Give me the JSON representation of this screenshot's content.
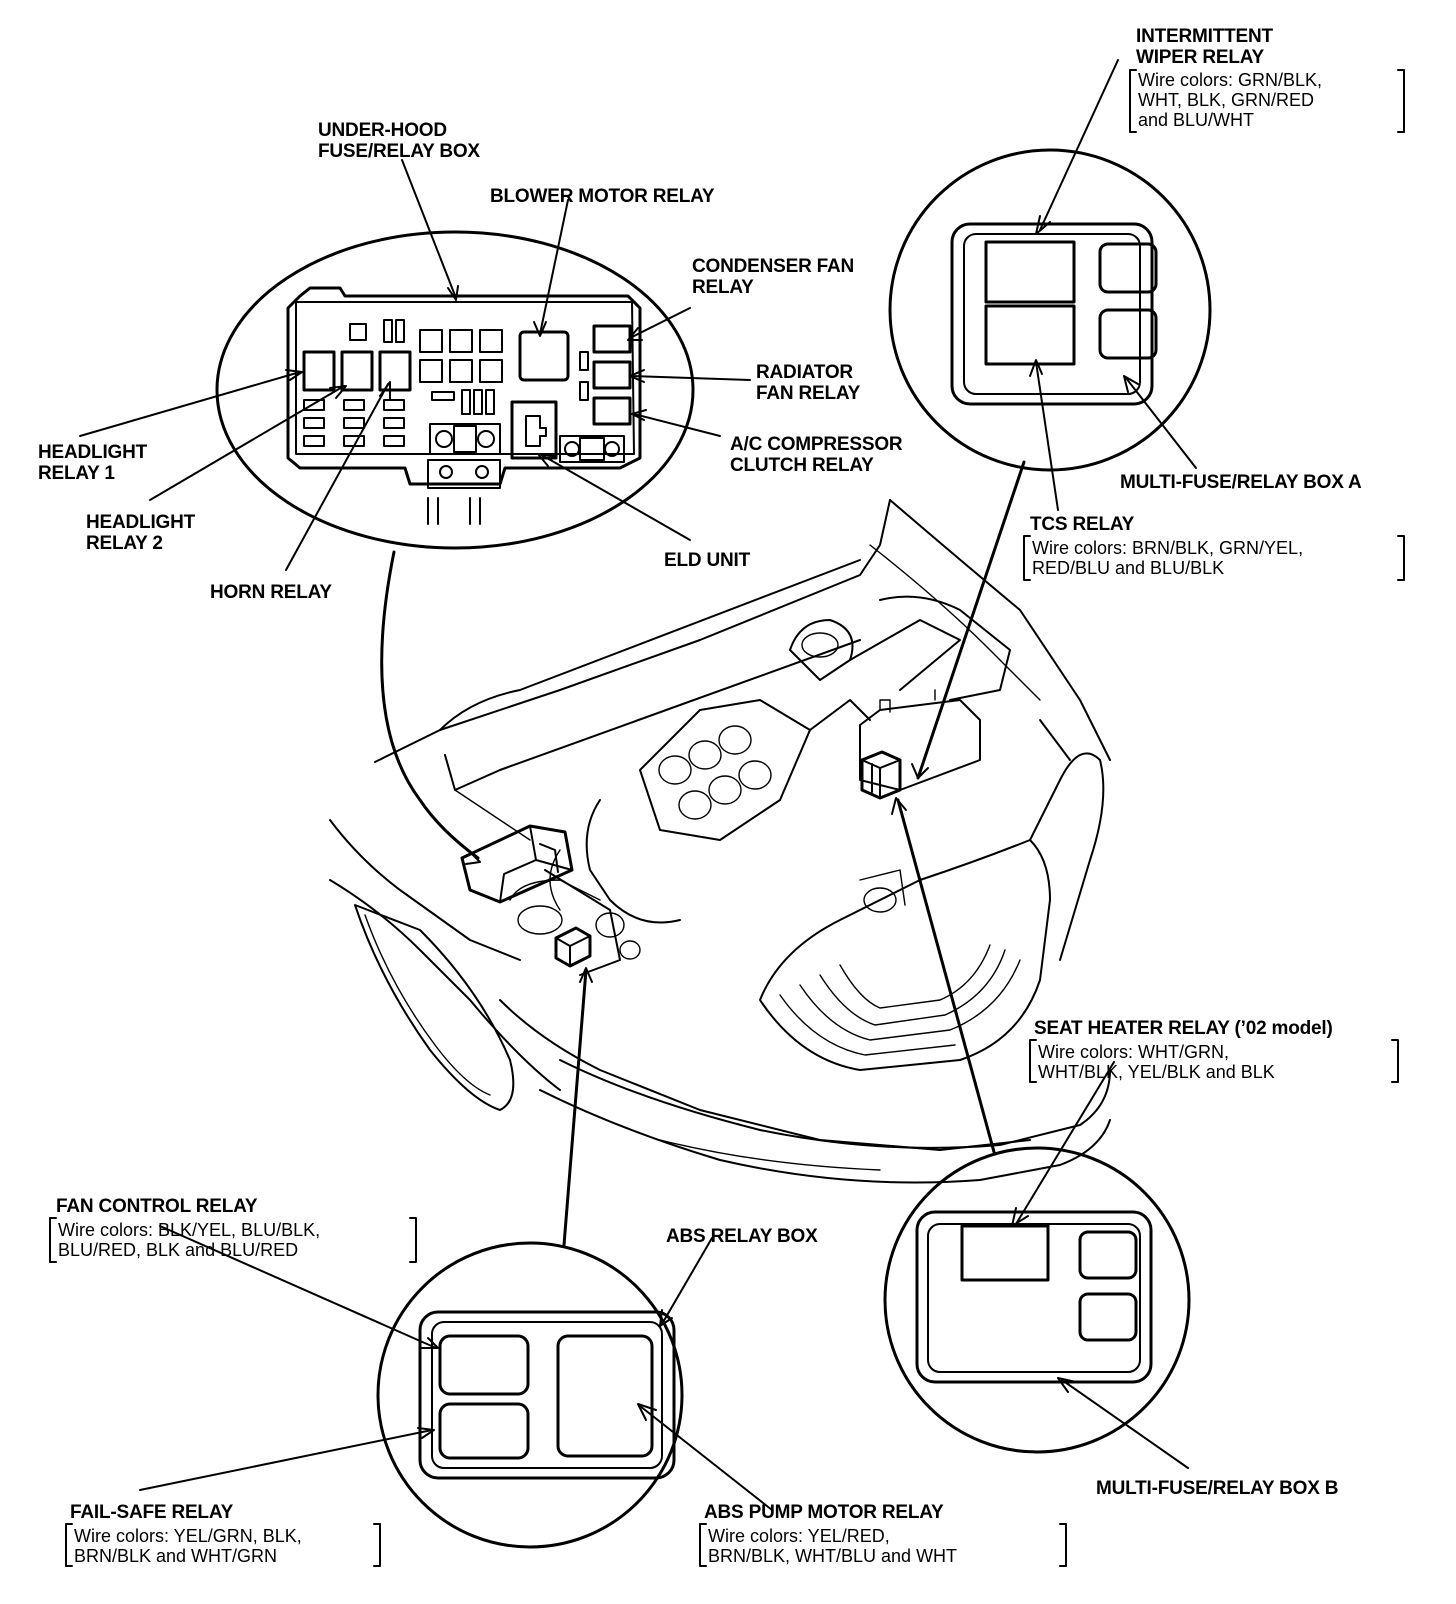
{
  "labels": {
    "under_hood_box": [
      "UNDER-HOOD",
      "FUSE/RELAY BOX"
    ],
    "blower_motor_relay": "BLOWER MOTOR RELAY",
    "condenser_fan_relay": [
      "CONDENSER FAN",
      "RELAY"
    ],
    "radiator_fan_relay": [
      "RADIATOR",
      "FAN RELAY"
    ],
    "ac_compressor_clutch_relay": [
      "A/C COMPRESSOR",
      "CLUTCH RELAY"
    ],
    "headlight_relay_1": [
      "HEADLIGHT",
      "RELAY 1"
    ],
    "headlight_relay_2": [
      "HEADLIGHT",
      "RELAY 2"
    ],
    "horn_relay": "HORN RELAY",
    "eld_unit": "ELD UNIT",
    "intermittent_wiper_relay": {
      "title": [
        "INTERMITTENT",
        "WIPER RELAY"
      ],
      "wires": [
        "Wire colors: GRN/BLK,",
        "WHT, BLK, GRN/RED",
        "and BLU/WHT"
      ]
    },
    "multi_fuse_relay_box_a": "MULTI-FUSE/RELAY BOX A",
    "tcs_relay": {
      "title": "TCS RELAY",
      "wires": [
        "Wire colors: BRN/BLK, GRN/YEL,",
        "RED/BLU and BLU/BLK"
      ]
    },
    "seat_heater_relay": {
      "title": "SEAT HEATER RELAY (’02 model)",
      "wires": [
        "Wire colors: WHT/GRN,",
        "WHT/BLK, YEL/BLK and BLK"
      ]
    },
    "multi_fuse_relay_box_b": "MULTI-FUSE/RELAY BOX B",
    "fan_control_relay": {
      "title": "FAN CONTROL RELAY",
      "wires": [
        "Wire colors: BLK/YEL, BLU/BLK,",
        "BLU/RED, BLK and BLU/RED"
      ]
    },
    "abs_relay_box": "ABS RELAY BOX",
    "fail_safe_relay": {
      "title": "FAIL-SAFE RELAY",
      "wires": [
        "Wire colors: YEL/GRN, BLK,",
        "BRN/BLK and WHT/GRN"
      ]
    },
    "abs_pump_motor_relay": {
      "title": "ABS PUMP MOTOR RELAY",
      "wires": [
        "Wire colors: YEL/RED,",
        "BRN/BLK, WHT/BLU and WHT"
      ]
    }
  }
}
